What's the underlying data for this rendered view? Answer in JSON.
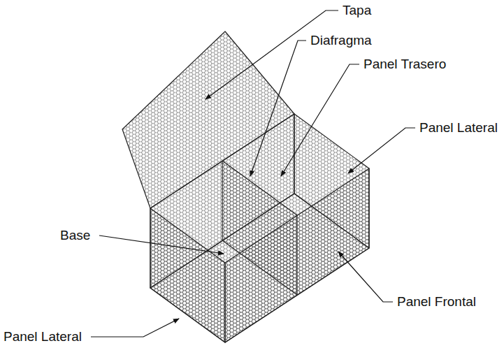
{
  "diagram": {
    "labels": [
      "Tapa",
      "Diafragma",
      "Panel Trasero",
      "Panel Lateral",
      "Base",
      "Panel Frontal",
      "Panel Lateral"
    ]
  }
}
